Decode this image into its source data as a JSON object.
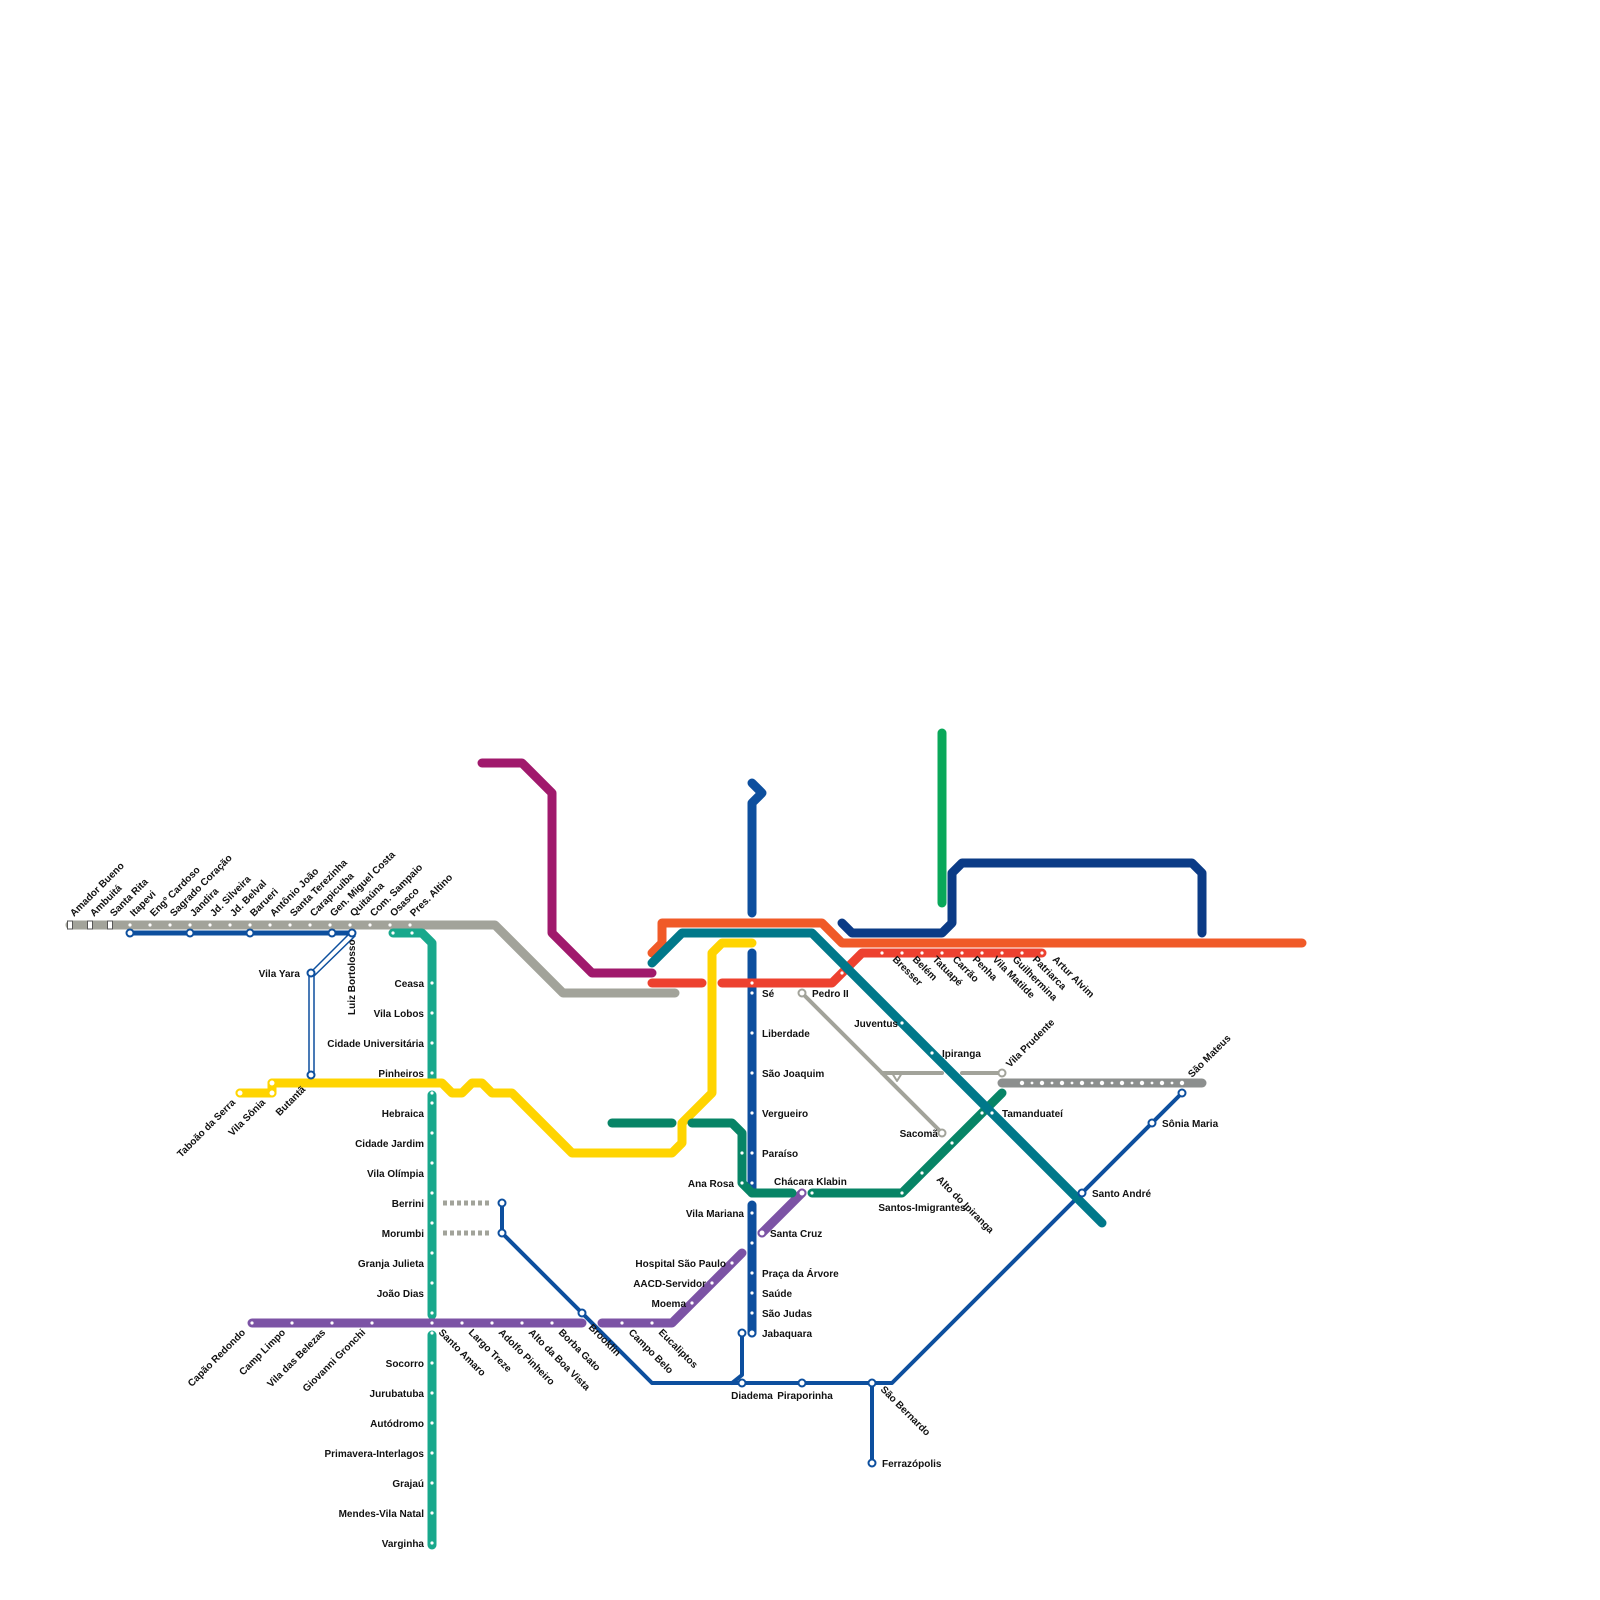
{
  "colors": {
    "gray": "#a2a39a",
    "blue": "#0d4f9e",
    "teal": "#18a88c",
    "yellow": "#ffd400",
    "purple": "#7c53a5",
    "magenta": "#a0196c",
    "red": "#ed412f",
    "orange": "#f05a28",
    "petrol": "#00788a",
    "green": "#09a85a",
    "darkgreen": "#078466",
    "navy": "#0b3b86",
    "monorail_gray": "#8c8f8e"
  },
  "stations": {
    "amador_bueno": "Amador Bueno",
    "ambuita": "Ambuitá",
    "santa_rita": "Santa Rita",
    "itapevi": "Itapevi",
    "eng_cardoso": "Engº Cardoso",
    "sagrado_coracao": "Sagrado Coração",
    "jandira": "Jandira",
    "jd_silveira": "Jd. Silveira",
    "jd_belval": "Jd. Belval",
    "barueri": "Barueri",
    "antonio_joao": "Antônio João",
    "santa_terezinha": "Santa Terezinha",
    "carapicuiba": "Carapicuíba",
    "gen_miguel_costa": "Gen. Miguel Costa",
    "quitauna": "Quitaúna",
    "com_sampaio": "Com. Sampaio",
    "osasco": "Osasco",
    "pres_altino": "Pres. Altino",
    "luiz_bortolosso": "Luiz Bortolosso",
    "vila_yara": "Vila Yara",
    "ceasa": "Ceasa",
    "vila_lobos": "Vila Lobos",
    "cidade_universitaria": "Cidade Universitária",
    "pinheiros": "Pinheiros",
    "taboao": "Taboão da Serra",
    "vila_sonia": "Vila Sônia",
    "butanta": "Butantã",
    "hebraica": "Hebraica",
    "cidade_jardim": "Cidade Jardim",
    "vila_olimpia": "Vila Olímpia",
    "berrini": "Berrini",
    "morumbi": "Morumbi",
    "granja_julieta": "Granja Julieta",
    "joao_dias": "João Dias",
    "santo_amaro": "Santo Amaro",
    "socorro": "Socorro",
    "jurubatuba": "Jurubatuba",
    "autodromo": "Autódromo",
    "primavera": "Primavera-Interlagos",
    "grajau": "Grajaú",
    "mendes": "Mendes-Vila Natal",
    "varginha": "Varginha",
    "capao_redondo": "Capão Redondo",
    "campo_limpo": "Camp Limpo",
    "vila_das_belezas": "Vila das Belezas",
    "giovanni_gronchi": "Giovanni Gronchi",
    "largo_treze": "Largo Treze",
    "adolfo_pinheiro": "Adolfo Pinheiro",
    "alto_boa_vista": "Alto da Boa Vista",
    "borba_gato": "Borba Gato",
    "brooklin": "Brooklin",
    "campo_belo": "Campo Belo",
    "eucaliptos": "Eucaliptos",
    "moema": "Moema",
    "aacd": "AACD-Servidor",
    "hospital_sp": "Hospital São Paulo",
    "santa_cruz": "Santa Cruz",
    "chacara_klabin": "Chácara Klabin",
    "se": "Sé",
    "liberdade": "Liberdade",
    "sao_joaquim": "São Joaquim",
    "vergueiro": "Vergueiro",
    "paraiso": "Paraíso",
    "ana_rosa": "Ana Rosa",
    "vila_mariana": "Vila Mariana",
    "praca_arvore": "Praça da Árvore",
    "saude": "Saúde",
    "sao_judas": "São Judas",
    "jabaquara": "Jabaquara",
    "diadema": "Diadema",
    "piraporinha": "Piraporinha",
    "sao_bernardo": "São Bernardo",
    "ferrazopolis": "Ferrazópolis",
    "santo_andre": "Santo André",
    "sonia_maria": "Sônia Maria",
    "sao_mateus": "São Mateus",
    "pedro_ii": "Pedro II",
    "juventus": "Juventus",
    "ipiranga": "Ipiranga",
    "sacoma": "Sacomã",
    "vila_prudente": "Vila Prudente",
    "tamanduatei": "Tamanduateí",
    "santos_imigrantes": "Santos-Imigrantes",
    "alto_ipiranga": "Alto do Ipiranga",
    "bresser": "Bresser",
    "belem": "Belém",
    "tatuape": "Tatuapé",
    "carrao": "Carrão",
    "penha": "Penha",
    "vila_matilde": "Vila Matilde",
    "guilhermina": "Guilhermina",
    "patriarca": "Patriarca",
    "artur_alvim": "Artur Alvim"
  }
}
